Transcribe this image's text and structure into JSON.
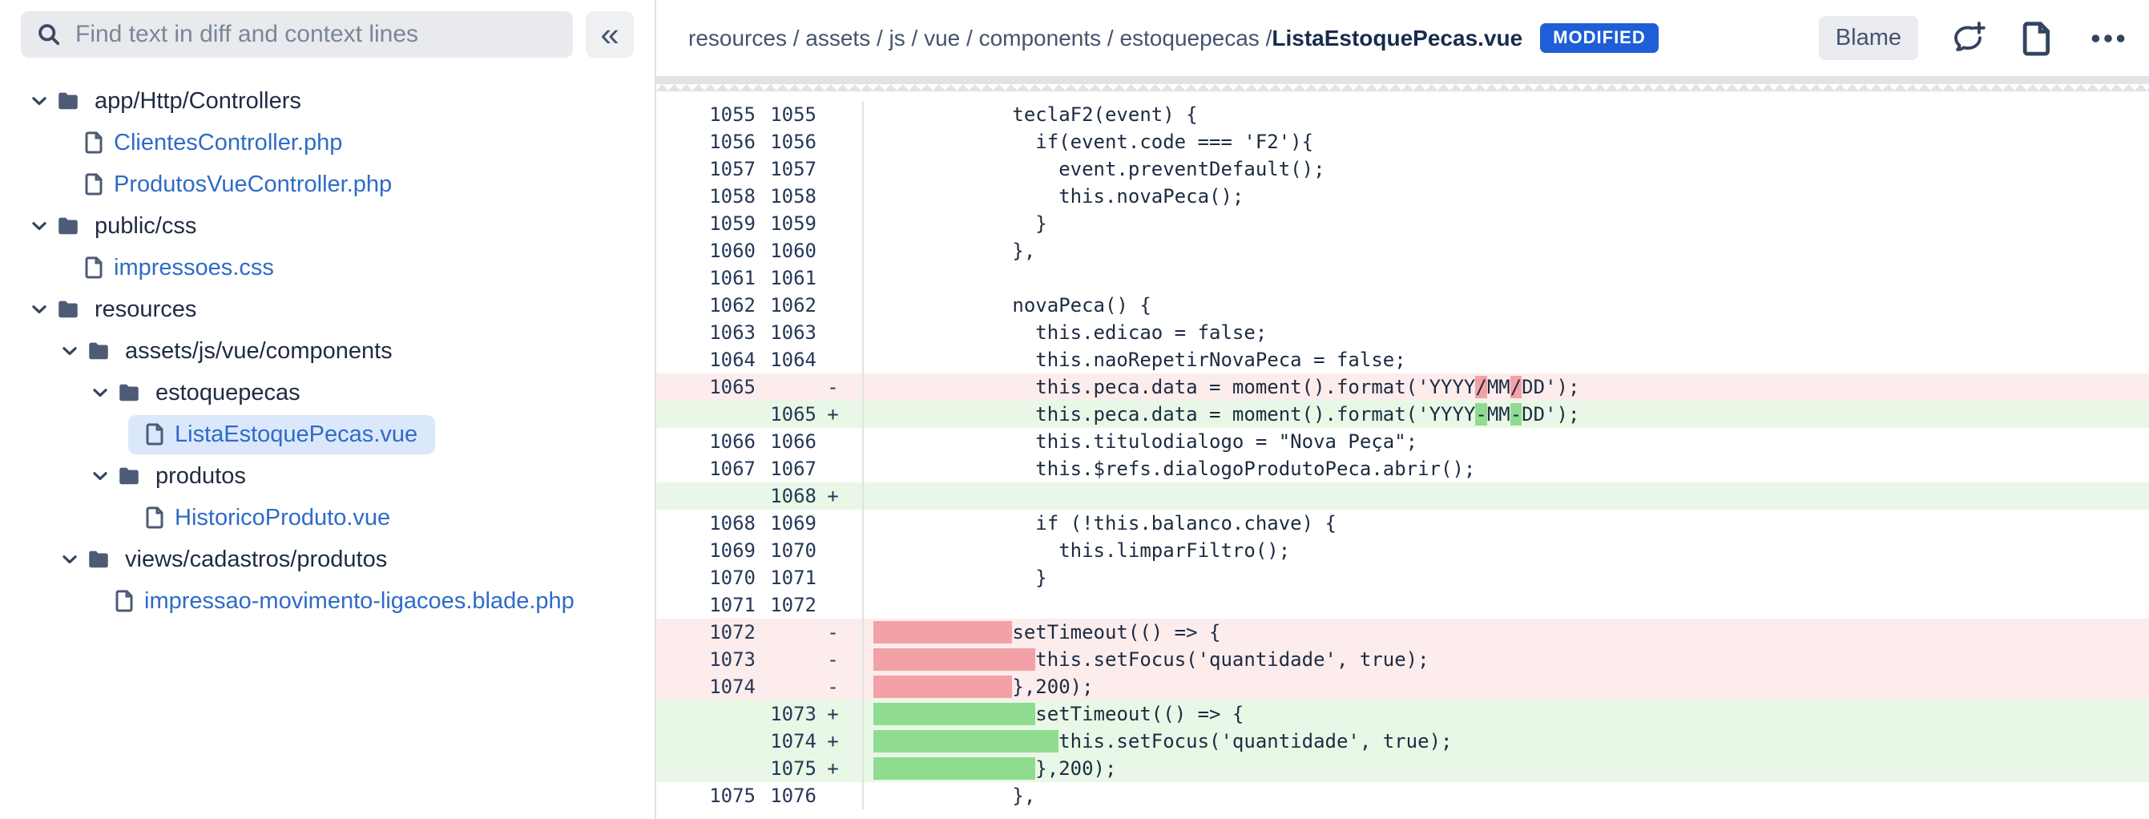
{
  "sidebar": {
    "search_placeholder": "Find text in diff and context lines",
    "collapse_glyph": "«",
    "tree": [
      {
        "type": "folder",
        "label": "app/Http/Controllers",
        "level": 0
      },
      {
        "type": "file",
        "label": "ClientesController.php",
        "level": 1
      },
      {
        "type": "file",
        "label": "ProdutosVueController.php",
        "level": 1
      },
      {
        "type": "folder",
        "label": "public/css",
        "level": 0
      },
      {
        "type": "file",
        "label": "impressoes.css",
        "level": 1
      },
      {
        "type": "folder",
        "label": "resources",
        "level": 0
      },
      {
        "type": "folder",
        "label": "assets/js/vue/components",
        "level": 1
      },
      {
        "type": "folder",
        "label": "estoquepecas",
        "level": 2
      },
      {
        "type": "file",
        "label": "ListaEstoquePecas.vue",
        "level": 3,
        "selected": true
      },
      {
        "type": "folder",
        "label": "produtos",
        "level": 2
      },
      {
        "type": "file",
        "label": "HistoricoProduto.vue",
        "level": 3
      },
      {
        "type": "folder",
        "label": "views/cadastros/produtos",
        "level": 1
      },
      {
        "type": "file",
        "label": "impressao-movimento-ligacoes.blade.php",
        "level": 2
      }
    ]
  },
  "header": {
    "breadcrumb_segments": [
      "resources",
      "assets",
      "js",
      "vue",
      "components",
      "estoquepecas"
    ],
    "file_name": "ListaEstoquePecas.vue",
    "badge": "MODIFIED",
    "blame_label": "Blame"
  },
  "diff": {
    "rows": [
      {
        "old": "1055",
        "new": "1055",
        "sign": "",
        "kind": "context",
        "segs": [
          {
            "t": "            teclaF2(event) {"
          }
        ]
      },
      {
        "old": "1056",
        "new": "1056",
        "sign": "",
        "kind": "context",
        "segs": [
          {
            "t": "              if(event.code === 'F2'){"
          }
        ]
      },
      {
        "old": "1057",
        "new": "1057",
        "sign": "",
        "kind": "context",
        "segs": [
          {
            "t": "                event.preventDefault();"
          }
        ]
      },
      {
        "old": "1058",
        "new": "1058",
        "sign": "",
        "kind": "context",
        "segs": [
          {
            "t": "                this.novaPeca();"
          }
        ]
      },
      {
        "old": "1059",
        "new": "1059",
        "sign": "",
        "kind": "context",
        "segs": [
          {
            "t": "              }"
          }
        ]
      },
      {
        "old": "1060",
        "new": "1060",
        "sign": "",
        "kind": "context",
        "segs": [
          {
            "t": "            },"
          }
        ]
      },
      {
        "old": "1061",
        "new": "1061",
        "sign": "",
        "kind": "context",
        "segs": []
      },
      {
        "old": "1062",
        "new": "1062",
        "sign": "",
        "kind": "context",
        "segs": [
          {
            "t": "            novaPeca() {"
          }
        ]
      },
      {
        "old": "1063",
        "new": "1063",
        "sign": "",
        "kind": "context",
        "segs": [
          {
            "t": "              this.edicao = false;"
          }
        ]
      },
      {
        "old": "1064",
        "new": "1064",
        "sign": "",
        "kind": "context",
        "segs": [
          {
            "t": "              this.naoRepetirNovaPeca = false;"
          }
        ]
      },
      {
        "old": "1065",
        "new": "",
        "sign": "-",
        "kind": "removed",
        "segs": [
          {
            "t": "              this.peca.data = moment().format('YYYY"
          },
          {
            "t": "/",
            "hl": true
          },
          {
            "t": "MM"
          },
          {
            "t": "/",
            "hl": true
          },
          {
            "t": "DD');"
          }
        ]
      },
      {
        "old": "",
        "new": "1065",
        "sign": "+",
        "kind": "added",
        "segs": [
          {
            "t": "              this.peca.data = moment().format('YYYY"
          },
          {
            "t": "-",
            "hl": true
          },
          {
            "t": "MM"
          },
          {
            "t": "-",
            "hl": true
          },
          {
            "t": "DD');"
          }
        ]
      },
      {
        "old": "1066",
        "new": "1066",
        "sign": "",
        "kind": "context",
        "segs": [
          {
            "t": "              this.titulodialogo = \"Nova Peça\";"
          }
        ]
      },
      {
        "old": "1067",
        "new": "1067",
        "sign": "",
        "kind": "context",
        "segs": [
          {
            "t": "              this.$refs.dialogoProdutoPeca.abrir();"
          }
        ]
      },
      {
        "old": "",
        "new": "1068",
        "sign": "+",
        "kind": "added",
        "segs": []
      },
      {
        "old": "1068",
        "new": "1069",
        "sign": "",
        "kind": "context",
        "segs": [
          {
            "t": "              if (!this.balanco.chave) {"
          }
        ]
      },
      {
        "old": "1069",
        "new": "1070",
        "sign": "",
        "kind": "context",
        "segs": [
          {
            "t": "                this.limparFiltro();"
          }
        ]
      },
      {
        "old": "1070",
        "new": "1071",
        "sign": "",
        "kind": "context",
        "segs": [
          {
            "t": "              }"
          }
        ]
      },
      {
        "old": "1071",
        "new": "1072",
        "sign": "",
        "kind": "context",
        "segs": []
      },
      {
        "old": "1072",
        "new": "",
        "sign": "-",
        "kind": "removed",
        "segs": [
          {
            "t": "            ",
            "hl": true
          },
          {
            "t": "setTimeout(() => {"
          }
        ]
      },
      {
        "old": "1073",
        "new": "",
        "sign": "-",
        "kind": "removed",
        "segs": [
          {
            "t": "              ",
            "hl": true
          },
          {
            "t": "this.setFocus('quantidade', true);"
          }
        ]
      },
      {
        "old": "1074",
        "new": "",
        "sign": "-",
        "kind": "removed",
        "segs": [
          {
            "t": "            ",
            "hl": true
          },
          {
            "t": "},200);"
          }
        ]
      },
      {
        "old": "",
        "new": "1073",
        "sign": "+",
        "kind": "added",
        "segs": [
          {
            "t": "              ",
            "hl": true
          },
          {
            "t": "setTimeout(() => {"
          }
        ]
      },
      {
        "old": "",
        "new": "1074",
        "sign": "+",
        "kind": "added",
        "segs": [
          {
            "t": "                ",
            "hl": true
          },
          {
            "t": "this.setFocus('quantidade', true);"
          }
        ]
      },
      {
        "old": "",
        "new": "1075",
        "sign": "+",
        "kind": "added",
        "segs": [
          {
            "t": "              ",
            "hl": true
          },
          {
            "t": "},200);"
          }
        ]
      },
      {
        "old": "1075",
        "new": "1076",
        "sign": "",
        "kind": "context",
        "segs": [
          {
            "t": "            },"
          }
        ]
      }
    ]
  },
  "icons": {
    "search": "search-icon",
    "collapse": "collapse-sidebar-icon",
    "chevron": "chevron-down-icon",
    "folder": "folder-icon",
    "file": "file-icon",
    "add_comment": "add-comment-icon",
    "view_source": "view-source-file-icon",
    "more": "more-options-icon"
  },
  "colors": {
    "badge_bg": "#1e5ed6",
    "badge_text": "#ffffff",
    "link_blue": "#2f6bc7",
    "selected_bg": "#dbe8fb",
    "removed_row": "#fcecec",
    "removed_chunk": "#f2a2a6",
    "added_row": "#e9f8e6",
    "added_chunk": "#8fdc90",
    "gutter_text": "#253858",
    "code_text": "#1c2b41",
    "heading_text": "#172b4d",
    "search_bg": "#e9eaee",
    "button_bg": "#ebecf0",
    "button_bg2": "#eef0f2",
    "divider": "#e0e2e6",
    "sawtooth": "#e2e3e6"
  }
}
